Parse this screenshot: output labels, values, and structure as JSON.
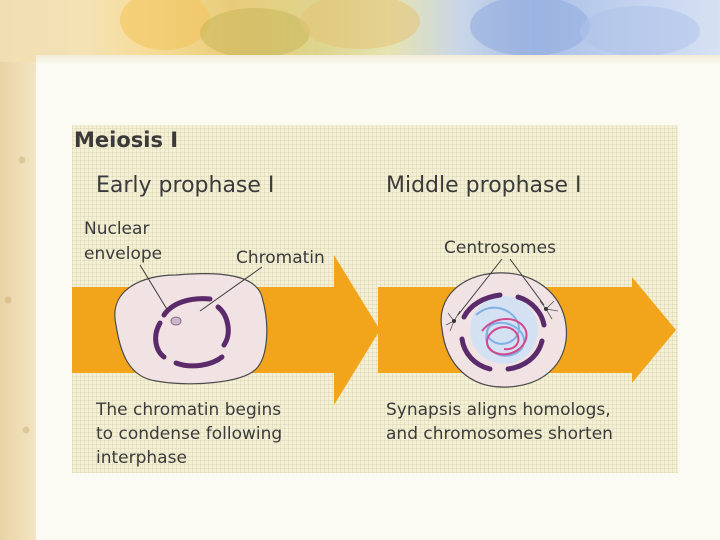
{
  "figure": {
    "title": "Meiosis I",
    "stages": [
      {
        "heading": "Early prophase I",
        "labels": [
          "Nuclear",
          "envelope",
          "Chromatin"
        ],
        "caption": [
          "The chromatin begins",
          "to condense following",
          "interphase"
        ]
      },
      {
        "heading": "Middle prophase I",
        "labels": [
          "Centrosomes"
        ],
        "caption": [
          "Synapsis aligns homologs,",
          "and chromosomes shorten"
        ]
      }
    ]
  },
  "colors": {
    "arrow": "#f2a51a",
    "cell_fill": "#f1e2e3",
    "chromosome": "#5b2a6a",
    "chromatin_blue": "#7fb0e6",
    "chromatin_pink": "#d04a8c"
  }
}
